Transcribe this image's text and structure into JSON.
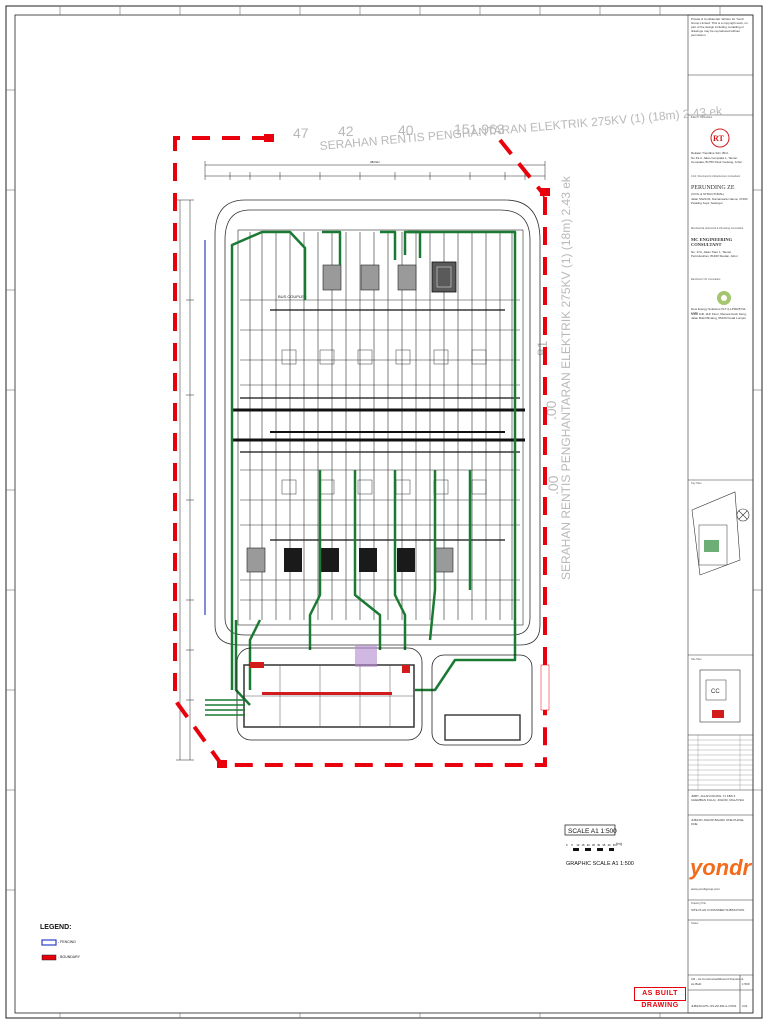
{
  "diagram_title_watermark": "SERAHAN RENTIS PENGHANTARAN ELEKTRIK 275KV (1) (18m) 2.43 ek",
  "watermark_numbers": [
    "47",
    "42",
    "40",
    "151.963",
    ".81",
    ".00",
    ".00"
  ],
  "dimension_top": "38/22m",
  "bus_label": "BUS COUPLER",
  "scale_box": "SCALE A1 1:500",
  "scale_sub": "GRAPHIC SCALE A1 1:500",
  "scale_ticks": [
    "0",
    "5",
    "10",
    "15",
    "20",
    "25",
    "30",
    "35",
    "40",
    "45"
  ],
  "scale_unit": "(m)",
  "legend": {
    "title": "LEGEND:",
    "items": [
      "- FENCING",
      "- BOUNDARY"
    ]
  },
  "stamp": "AS BUILT DRAWING",
  "title_block": {
    "copyright_note": "Private & Confidential. Written for Yondr Group Limited. This is a copyright work, no part of the design including modelling or drawings may be reproduced without permission.",
    "client_consultant_label": "Client / Consultant",
    "architect_company": "Rekaan Trendline Sdn. Bhd.",
    "architect_address": "No.19-3, Jalan Cempaka 1, Taman Cempaka, 81750 Pasir Gudang, Johor",
    "structural_label": "Civil, Structural & Infrastructure Consultant",
    "structural_company": "PERUNDING ZE",
    "structural_sub": "(CIVIL & STRUCTURAL)",
    "structural_address": "Jalan SS21/41, Damansara Utama, 47400 Petaling Jaya, Selangor",
    "me_label": "Mechanical, Electrical & Plumbing Consultant",
    "me_company": "MC ENGINEERING CONSULTANT",
    "me_address": "No. 17A, Jalan Tiaro 1, Taman Perindustrian, 81300 Skudai, Johor",
    "electrical_label": "Electrical / HV Consultant",
    "electrical_company": "Dew Energy Solutions PLT (LLP0025741-LGN)",
    "electrical_address": "Suite 11B, 11th Floor, Menara Keck Seng, Jalan Bukit Bintang, 55100 Kuala Lumpur",
    "key_plan_label": "Key Plan",
    "site_label": "Site Plan",
    "project_address": "JMBY, JALAN DIGITAL 71 KBS 6 CHEMBAN KULAI, JOHOR, MALAYSIA",
    "project_name": "JHB1XD JOHOR BAHRU ONE PHASE ONE",
    "brand": "yondr",
    "website": "www.yondrgroup.com",
    "drawing_title_label": "Drawing Title",
    "drawing_title": "SITE PLAN CONSUMER SUBSTATION",
    "status_label": "Status",
    "status": "CR - As Constructed/Record Document",
    "purpose": "As Built",
    "scale_value": "1:500",
    "drawing_no": "JHB1XD-RTL-SS-ZZ-DR-A-17001",
    "revision": "C01"
  },
  "colors": {
    "boundary": "#e8000d",
    "cable": "#1a7a33",
    "fence": "#2b3fc7",
    "line": "#1a1a1a",
    "watermark": "#b9b9b9"
  }
}
